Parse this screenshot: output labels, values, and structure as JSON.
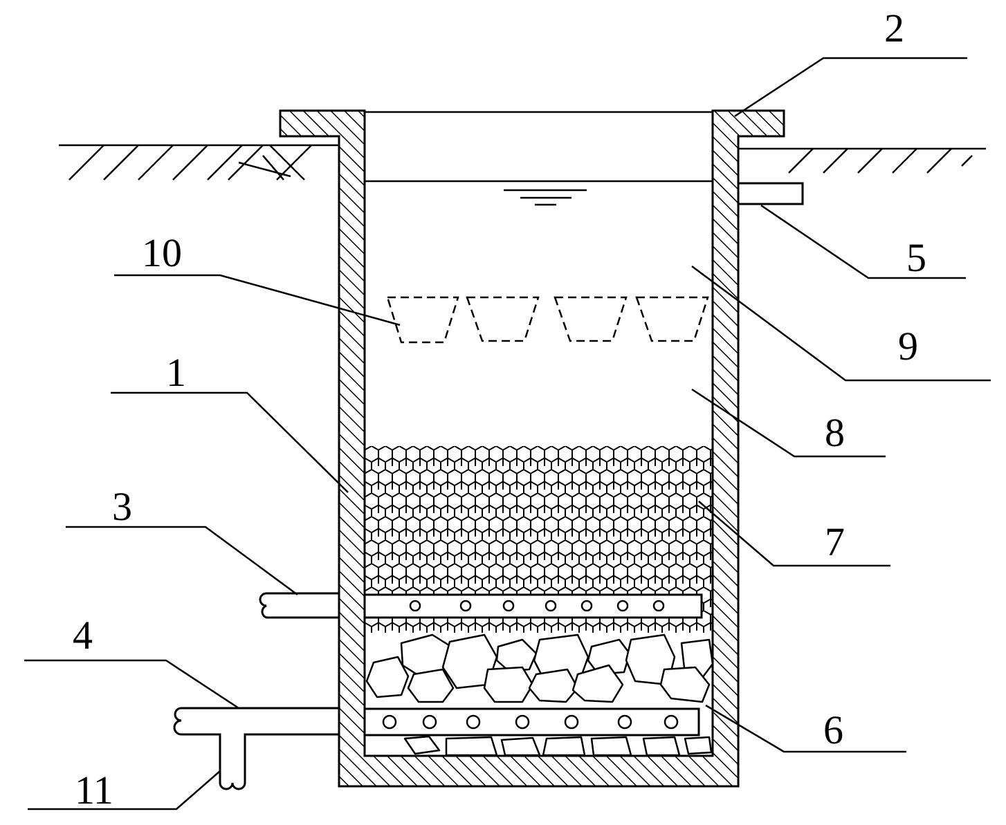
{
  "diagram": {
    "labels": {
      "1": "1",
      "2": "2",
      "3": "3",
      "4": "4",
      "5": "5",
      "6": "6",
      "7": "7",
      "8": "8",
      "9": "9",
      "10": "10",
      "11": "11"
    },
    "parts": {
      "ground": "ground-surface-hatch",
      "tank": "tank-wall-hatched",
      "water_level": "water-level-symbol",
      "media": "hexagonal-filter-media",
      "gravel": "gravel-layer",
      "pipe_upper": "perforated-pipe-upper",
      "pipe_lower": "perforated-pipe-lower",
      "outlet": "overflow-outlet-pipe",
      "baskets": "dashed-trapezoid-baskets",
      "drain": "drain-branch-pipe"
    },
    "colors": {
      "ink": "#000000",
      "paper": "#ffffff"
    }
  }
}
